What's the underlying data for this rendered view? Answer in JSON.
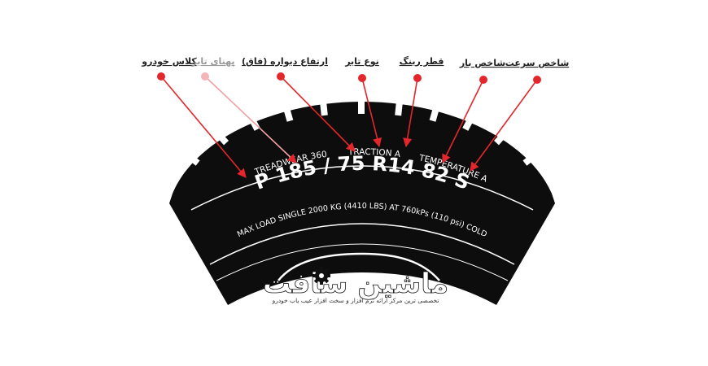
{
  "colors": {
    "tire": "#0d0d0d",
    "sidewall_text": "#ffffff",
    "pointer": "#e3262b",
    "label_text": "#222222",
    "label_text_faded": "#9a9a9a",
    "logo_gear": "#111111"
  },
  "labels": {
    "vehicle_class": "کلاس خودرو",
    "tire_width": "پهنای تایر",
    "sidewall_height": "ارتفاع دیواره (فاق)",
    "tire_type": "نوع تایر",
    "rim_diameter": "قطر رینگ",
    "load_index": "شاخص بار",
    "speed_index": "شاخص سرعت"
  },
  "sidewall": {
    "treadwear": "TREADWEAR 360",
    "traction": "TRACTION A",
    "temperature": "TEMPERATURE A",
    "size_code": "P 185 / 75 R14 82 S",
    "load_line": "MAX LOAD SINGLE 2000 KG (4410 LBS) AT 760kPs (110 psi) COLD"
  },
  "logo": {
    "brand": "ماشین سافت",
    "tagline": "تخصصی ترین مرکز ارائه نرم افزار و سخت افزار عیب یاب خودرو"
  }
}
